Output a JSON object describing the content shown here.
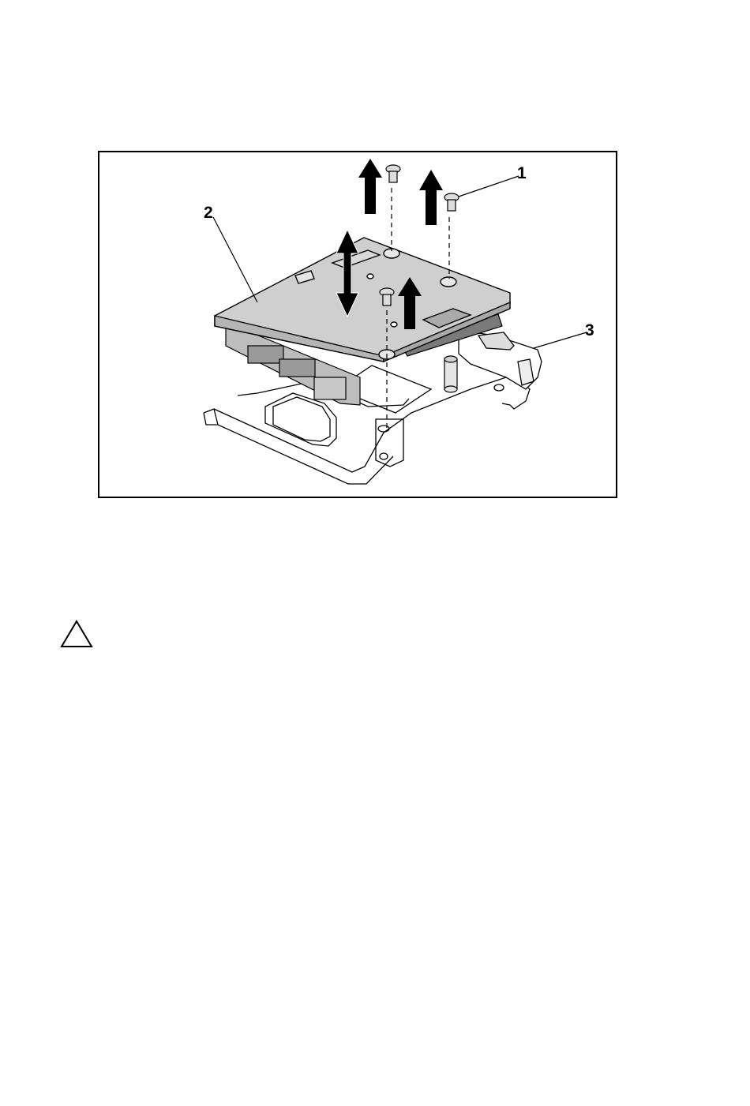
{
  "figure": {
    "callouts": [
      {
        "id": "1",
        "label": "1"
      },
      {
        "id": "2",
        "label": "2"
      },
      {
        "id": "3",
        "label": "3"
      }
    ]
  },
  "caution": {
    "icon": "caution-triangle-icon"
  }
}
